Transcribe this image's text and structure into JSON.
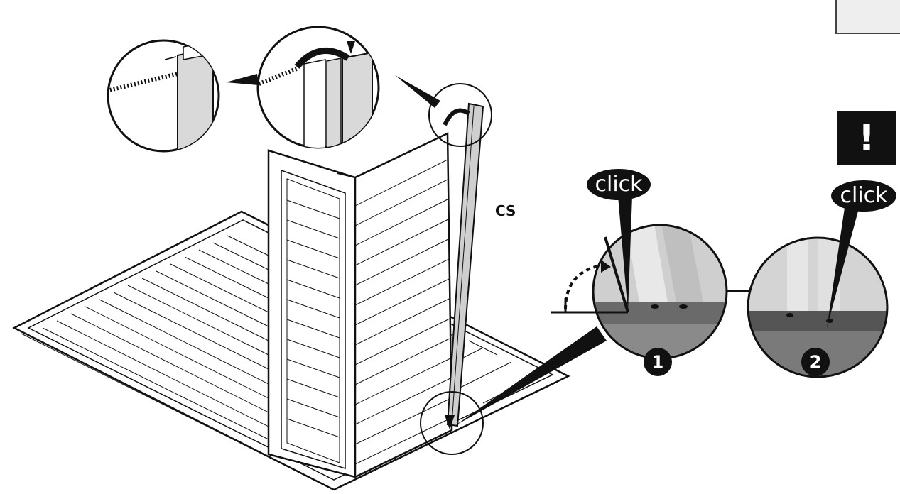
{
  "labels": {
    "part_code": "CS",
    "click_1": "click",
    "click_2": "click",
    "step_1": "1",
    "step_2": "2",
    "warning": "!"
  },
  "icons": {
    "warning": "exclamation-icon",
    "rotate": "curved-arrow-icon",
    "swing": "dashed-arrow-icon"
  },
  "colors": {
    "ink": "#111111",
    "panel_fill": "#d9d9d9",
    "photo_dark": "#555555",
    "photo_light": "#cfcfcf"
  }
}
